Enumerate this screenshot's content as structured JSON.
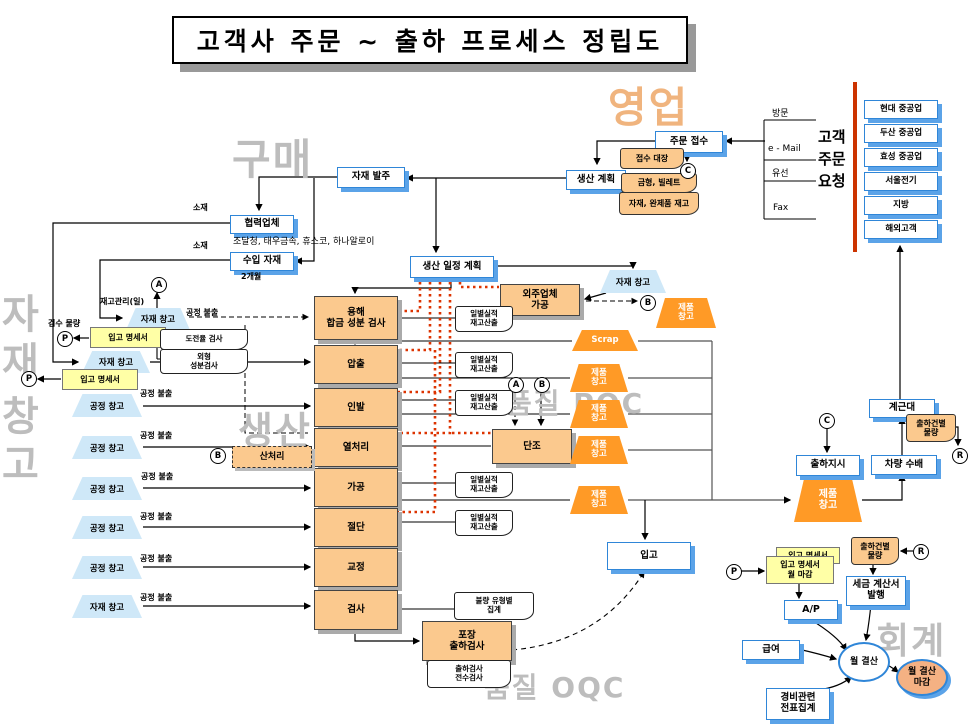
{
  "title": "고객사 주문 ~ 출하 프로세스 정립도",
  "watermarks": {
    "sales": "영업",
    "purchasing": "구매",
    "mat1": "자",
    "mat2": "재",
    "mat3": "창",
    "mat4": "고",
    "production": "생산",
    "quality_mid": "품질 POC",
    "quality_bottom": "품질 OQC",
    "accounting": "회계"
  },
  "customer": {
    "request": "고객\n주문\n요청",
    "channels": [
      "방문",
      "e - Mail",
      "유선",
      "Fax"
    ],
    "companies": [
      "현대 중공업",
      "두산 중공업",
      "효성 중공업",
      "서울전기",
      "지방",
      "해외고객"
    ]
  },
  "orders": {
    "order_receipt": "주문 접수",
    "receipt_ledger": "접수 대장",
    "production_plan": "생산 계획",
    "mold_billet": "금형, 빌레트",
    "stock_doc": "자재, 완제품 재고",
    "material_order": "자재 발주",
    "schedule": "생산 일정 계획"
  },
  "purchasing": {
    "partner": "협력업체",
    "partner_list": "조달청, 태우금속, 휴스코, 하나알로이",
    "imported": "수입 자재",
    "lead_time": "2개월",
    "raw_material": "소재"
  },
  "warehouse": {
    "material": "자재 창고",
    "process": "공정 창고",
    "product": "제품\n창고",
    "issue": "공정 불출",
    "inventory_mgmt": "재고관리(일)",
    "inspect_qty": "검수 물량",
    "receiving_note": "입고 명세서",
    "conductivity_test": "도전율 검사",
    "composition_test": "외형\n성분검사",
    "scrap": "Scrap"
  },
  "process": {
    "steps": [
      "용해\n합금 성분 검사",
      "압출",
      "인발",
      "열처리",
      "가공",
      "절단",
      "교정",
      "검사"
    ],
    "acid": "산처리",
    "outsourcing": "외주업체\n가공",
    "forging": "단조",
    "daily_doc": "일별실적\n재고산출",
    "defect_doc": "불량 유형별\n집계"
  },
  "shipping": {
    "weighbridge": "계근대",
    "per_shipment_qty": "출하건별\n물량",
    "ship_instruction": "출하지시",
    "vehicle": "차량 수배",
    "receiving": "입고",
    "packing_inspection": "포장\n출하검사",
    "full_inspection_doc": "출하검사\n전수검사"
  },
  "accounting": {
    "monthly_close_note": "입고 명세서\n월 마감",
    "tax_invoice": "세금 계산서\n발행",
    "ap": "A/P",
    "salary": "급여",
    "expense_slips": "경비관련\n전표집계",
    "monthly_settlement": "월 결산",
    "settlement_close": "월 결산\n마감"
  },
  "badges": {
    "a": "A",
    "b": "B",
    "c": "C",
    "p": "P",
    "r": "R"
  }
}
